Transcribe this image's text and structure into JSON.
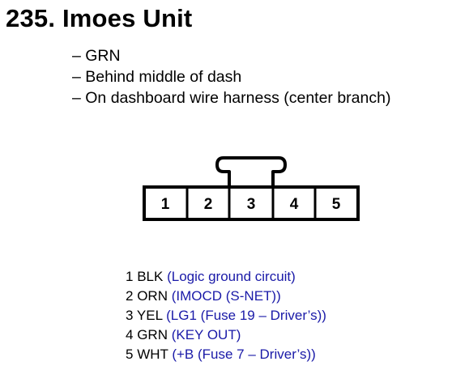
{
  "heading": {
    "number": "235.",
    "title": "Imoes Unit"
  },
  "details": [
    "– GRN",
    "– Behind middle of dash",
    "– On dashboard wire harness (center branch)"
  ],
  "connector": {
    "pins": [
      "1",
      "2",
      "3",
      "4",
      "5"
    ],
    "latch_above_pin": 3
  },
  "pinout": [
    {
      "pin": "1",
      "wire": "BLK",
      "description": "(Logic ground circuit)"
    },
    {
      "pin": "2",
      "wire": "ORN",
      "description": "(IMOCD (S-NET))"
    },
    {
      "pin": "3",
      "wire": "YEL",
      "description": "(LG1 (Fuse 19 – Driver’s))"
    },
    {
      "pin": "4",
      "wire": "GRN",
      "description": "(KEY OUT)"
    },
    {
      "pin": "5",
      "wire": "WHT",
      "description": "(+B (Fuse 7 – Driver’s))"
    }
  ],
  "colors": {
    "text": "#000000",
    "description": "#1a1aa8"
  }
}
